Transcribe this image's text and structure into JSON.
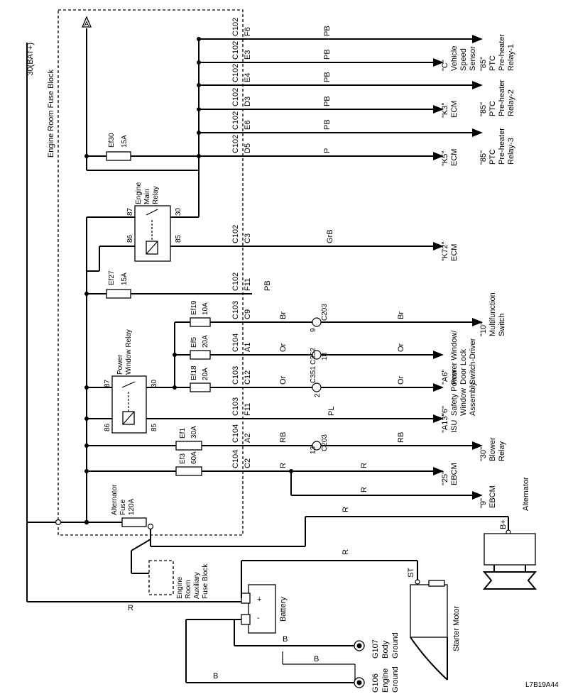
{
  "block_labels": {
    "bat": "30(BAT+)",
    "fuse_block": "Engine Room Fuse Block",
    "aux_block": [
      "Engine",
      "Room",
      "Auxiliary",
      "Fuse Block"
    ],
    "engine_main_relay": [
      "Engine",
      "Main",
      "Relay"
    ],
    "power_window_relay": [
      "Power",
      "Window Relay"
    ],
    "alt_fuse": [
      "Alternator",
      "Fuse",
      "120A"
    ],
    "battery": "Battery",
    "starter": "Starter Motor",
    "alternator": "Alternator",
    "bplus": "B+",
    "st": "ST",
    "a_marker": "A",
    "code": "L7B19A44"
  },
  "circuits": [
    {
      "id": "pb-f6",
      "connector": "C102",
      "pin": "F6",
      "wire": "PB",
      "dest": [
        "\"85\"",
        "PTC",
        "Pre-heater",
        "Relay-1"
      ]
    },
    {
      "id": "pb-e3",
      "connector": "C102",
      "pin": "E3",
      "wire": "PB",
      "dest": [
        "\"C\"",
        "Vehicle",
        "Speed",
        "Sensor"
      ]
    },
    {
      "id": "pb-e4",
      "connector": "C102",
      "pin": "E4",
      "wire": "PB",
      "dest": [
        "\"85\"",
        "PTC",
        "Pre-heater",
        "Relay-2"
      ]
    },
    {
      "id": "pb-d3",
      "connector": "C102",
      "pin": "D3",
      "wire": "PB",
      "dest": [
        "\"K3\"",
        "ECM"
      ]
    },
    {
      "id": "pb-e6",
      "connector": "C102",
      "pin": "E6",
      "wire": "PB",
      "dest": [
        "\"85\"",
        "PTC",
        "Pre-heater",
        "Relay-3"
      ]
    },
    {
      "id": "p-d5",
      "connector": "C102",
      "pin": "D5",
      "wire": "P",
      "dest": [
        "\"K5\"",
        "ECM"
      ]
    },
    {
      "id": "grb-c3",
      "connector": "C102",
      "pin": "C3",
      "wire": "GrB",
      "dest": [
        "\"K72\"",
        "ECM"
      ]
    },
    {
      "id": "pb-f11",
      "connector": "C102",
      "pin": "F11",
      "wire": "PB",
      "dest": []
    },
    {
      "id": "br-c9",
      "connector": "C103",
      "pin": "C9",
      "wire": "Br",
      "wire2": "Br",
      "inline": "C203",
      "inline_pin": "9",
      "dest": [
        "\"10\"",
        "Multifunction",
        "Switch"
      ]
    },
    {
      "id": "or-a1",
      "connector": "C104",
      "pin": "A1",
      "wire": "Or",
      "wire2": "Or",
      "inline": "C352",
      "inline_pin": "18",
      "dest": [
        "\"A6\"",
        "Power Window/",
        "Door Lock",
        "Switch-Driver"
      ]
    },
    {
      "id": "or-c12",
      "connector": "C103",
      "pin": "C12",
      "wire": "Or",
      "wire2": "Or",
      "inline": "C351",
      "inline_pin": "2",
      "dest": [
        "\"6\"",
        "Safety Power",
        "Window",
        "Assembly"
      ]
    },
    {
      "id": "pl-f11",
      "connector": "C103",
      "pin": "F11",
      "wire": "PL",
      "dest": [
        "\"A13\"",
        "ISU"
      ]
    },
    {
      "id": "rb-a2",
      "connector": "C104",
      "pin": "A2",
      "wire": "RB",
      "wire2": "RB",
      "inline": "C203",
      "inline_pin": "13",
      "dest": [
        "\"30\"",
        "Blower",
        "Relay"
      ]
    },
    {
      "id": "r-c2",
      "connector": "C104",
      "pin": "C2",
      "wire": "R",
      "wire2": "R",
      "dest": [
        "\"25\"",
        "EBCM"
      ]
    },
    {
      "id": "r-ebcm9",
      "wire": "R",
      "dest": [
        "\"9\"",
        "EBCM"
      ]
    }
  ],
  "fuses": [
    {
      "id": "ef30",
      "name": "Ef30",
      "rating": "15A"
    },
    {
      "id": "ef27",
      "name": "Ef27",
      "rating": "15A"
    },
    {
      "id": "ef19",
      "name": "Ef19",
      "rating": "10A"
    },
    {
      "id": "ef5",
      "name": "Ef5",
      "rating": "20A"
    },
    {
      "id": "ef18",
      "name": "Ef18",
      "rating": "20A"
    },
    {
      "id": "ef1",
      "name": "Ef1",
      "rating": "30A"
    },
    {
      "id": "ef3",
      "name": "Ef3",
      "rating": "60A"
    }
  ],
  "relay_pins": {
    "emr": [
      "87",
      "30",
      "86",
      "85"
    ],
    "pwr": [
      "87",
      "30",
      "86",
      "85"
    ]
  },
  "grounds": [
    {
      "id": "g107",
      "name": "G107",
      "desc": [
        "Body",
        "Ground"
      ]
    },
    {
      "id": "g106",
      "name": "G106",
      "desc": [
        "Engine",
        "Ground"
      ]
    }
  ],
  "wires": {
    "alt_r": "R",
    "st_r": "R",
    "bat_r": "R",
    "gnd_b1": "B",
    "gnd_b2": "B",
    "gnd_b3": "B"
  }
}
